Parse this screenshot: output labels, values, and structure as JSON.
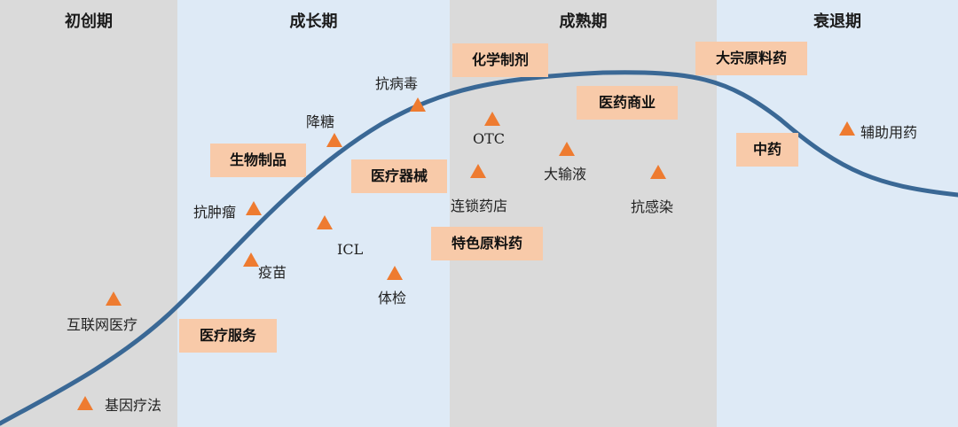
{
  "stages": [
    {
      "name": "初创期",
      "tone": "gray"
    },
    {
      "name": "成长期",
      "tone": "blue"
    },
    {
      "name": "成熟期",
      "tone": "gray"
    },
    {
      "name": "衰退期",
      "tone": "blue"
    }
  ],
  "sectors": {
    "gene_therapy": "基因疗法",
    "internet_medical": "互联网医疗",
    "anti_tumor": "抗肿瘤",
    "vaccine": "疫苗",
    "diabetes": "降糖",
    "antiviral": "抗病毒",
    "icl": "ICL",
    "physical_exam": "体检",
    "otc": "OTC",
    "chain_pharmacy": "连锁药店",
    "infusion": "大输液",
    "anti_infection": "抗感染",
    "auxiliary_drugs": "辅助用药"
  },
  "categories": {
    "medical_services": "医疗服务",
    "biologics": "生物制品",
    "medical_devices": "医疗器械",
    "chemical_drugs": "化学制剂",
    "specialty_api": "特色原料药",
    "pharma_commerce": "医药商业",
    "bulk_api": "大宗原料药",
    "tcm": "中药"
  },
  "colors": {
    "curve": "#3a6895",
    "marker": "#ee7b30",
    "box_fill": "#f8caa9",
    "band_gray": "#dadada",
    "band_blue": "#deeaf6"
  }
}
